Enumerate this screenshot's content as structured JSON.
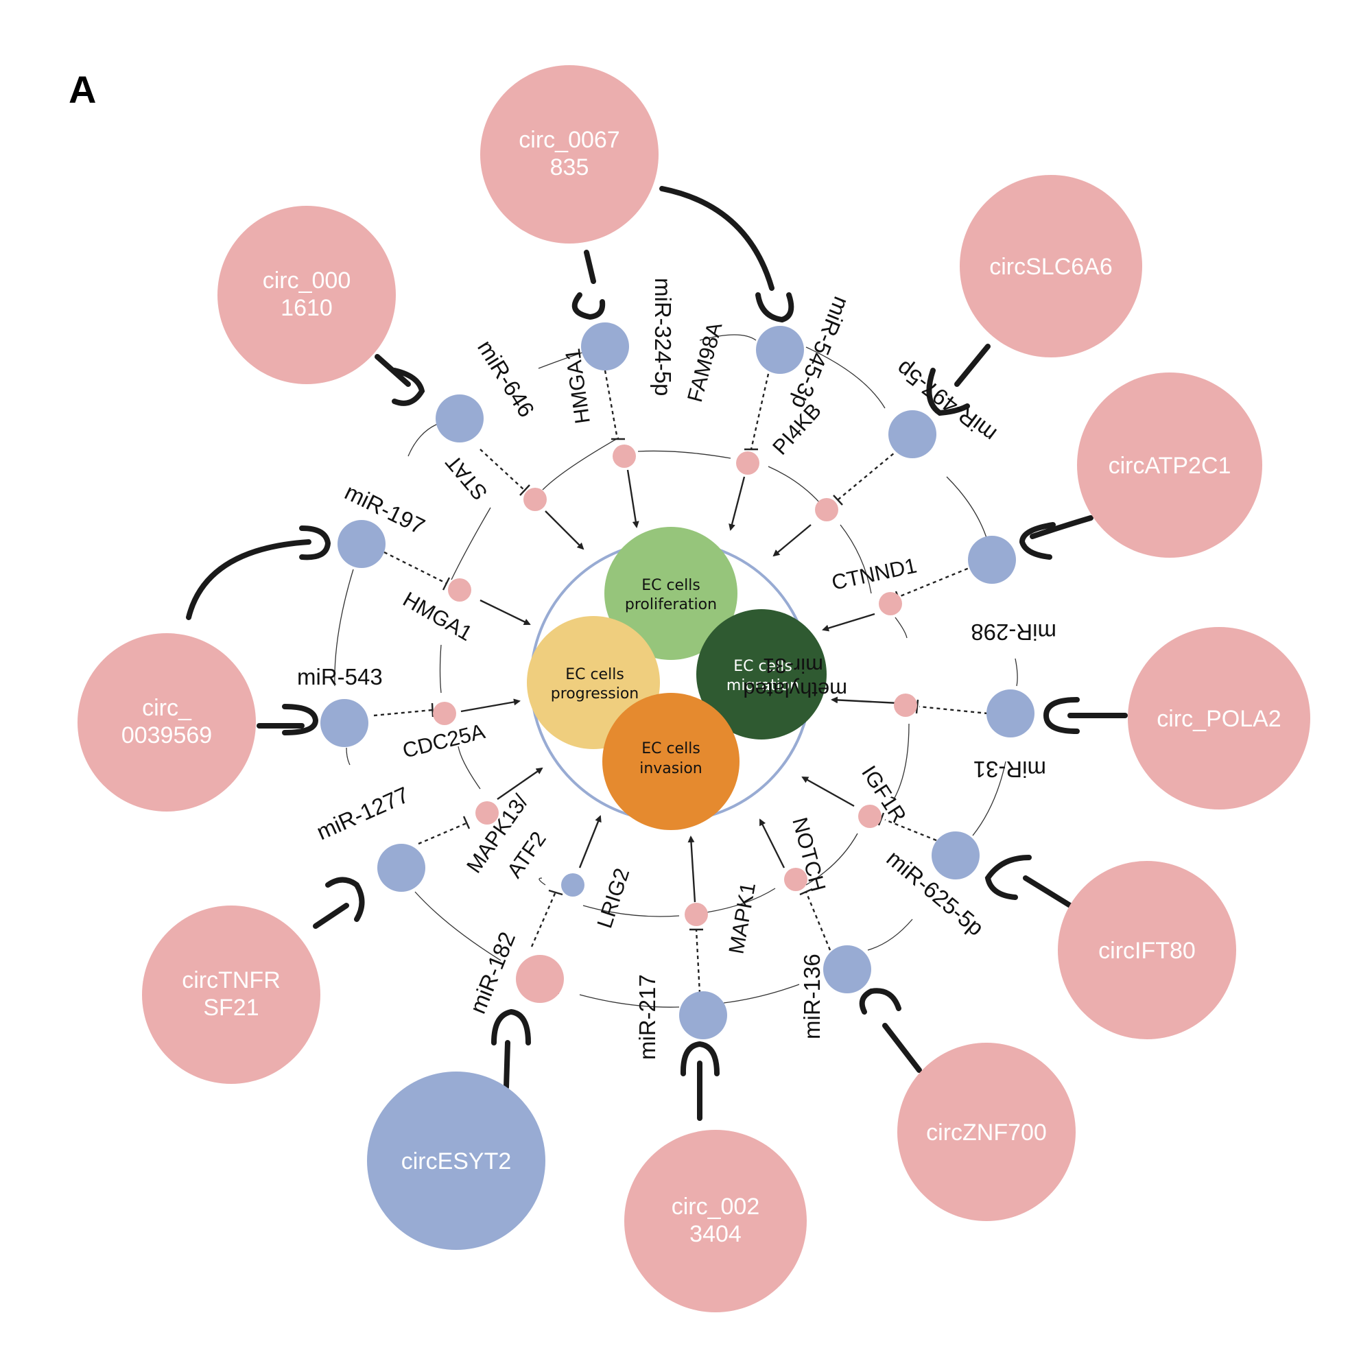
{
  "panel_label": "A",
  "colors": {
    "circ_pink": "#ebaeae",
    "circ_blue": "#98abd3",
    "mirna": "#98abd3",
    "target": "#ebaeae",
    "ec_proliferation": "#96c57b",
    "ec_progression": "#efce7e",
    "ec_migration": "#2f5a31",
    "ec_invasion": "#e58a2f",
    "center_ring": "#98abd3"
  },
  "center": {
    "proliferation": [
      "EC cells",
      "proliferation"
    ],
    "progression": [
      "EC cells",
      "progression"
    ],
    "migration": [
      "EC cells",
      "migration"
    ],
    "invasion": [
      "EC cells",
      "invasion"
    ]
  },
  "circRNAs": [
    {
      "id": "c0067835",
      "lines": [
        "circ_0067",
        "835"
      ],
      "color": "pink"
    },
    {
      "id": "cSLC6A6",
      "lines": [
        "circSLC6A6"
      ],
      "color": "pink"
    },
    {
      "id": "cATP2C1",
      "lines": [
        "circATP2C1"
      ],
      "color": "pink"
    },
    {
      "id": "cPOLA2",
      "lines": [
        "circ_POLA2"
      ],
      "color": "pink"
    },
    {
      "id": "cIFT80",
      "lines": [
        "circIFT80"
      ],
      "color": "pink"
    },
    {
      "id": "cZNF700",
      "lines": [
        "circZNF700"
      ],
      "color": "pink"
    },
    {
      "id": "c0023404",
      "lines": [
        "circ_002",
        "3404"
      ],
      "color": "pink"
    },
    {
      "id": "cESYT2",
      "lines": [
        "circESYT2"
      ],
      "color": "blue"
    },
    {
      "id": "cTNFRSF21",
      "lines": [
        "circTNFR",
        "SF21"
      ],
      "color": "pink"
    },
    {
      "id": "c0039569",
      "lines": [
        "circ_",
        "0039569"
      ],
      "color": "pink"
    },
    {
      "id": "c0001610",
      "lines": [
        "circ_000",
        "1610"
      ],
      "color": "pink"
    }
  ],
  "miRNAs": [
    {
      "id": "m646",
      "label": "miR-646"
    },
    {
      "id": "m324",
      "label": "miR-324-5p"
    },
    {
      "id": "m545",
      "label": "miR-545-3p"
    },
    {
      "id": "m497",
      "label": "miR-497-5p"
    },
    {
      "id": "m298",
      "label": "miR-298"
    },
    {
      "id": "m31",
      "label": "miR-31"
    },
    {
      "id": "m625",
      "label": "miR-625-5p"
    },
    {
      "id": "m136",
      "label": "miR-136"
    },
    {
      "id": "m217",
      "label": "miR-217"
    },
    {
      "id": "m182",
      "label": "miR-182"
    },
    {
      "id": "m1277",
      "label": "miR-1277"
    },
    {
      "id": "m543",
      "label": "miR-543"
    },
    {
      "id": "m197",
      "label": "miR-197"
    }
  ],
  "targets": [
    {
      "id": "tSTAT",
      "label": "STAT"
    },
    {
      "id": "tHMGA1a",
      "label": "HMGA1"
    },
    {
      "id": "tFAM98A",
      "label": "FAM98A"
    },
    {
      "id": "tPI4KB",
      "label": "PI4KB"
    },
    {
      "id": "tCTNND1",
      "label": "CTNND1"
    },
    {
      "id": "tMir31",
      "lines": [
        "methylated",
        "mir-31"
      ]
    },
    {
      "id": "tIGF1R",
      "label": "IGF1R"
    },
    {
      "id": "tNOTCH",
      "label": "NOTCH"
    },
    {
      "id": "tMAPK1",
      "label": "MAPK1"
    },
    {
      "id": "tLRIG2",
      "label": "LRIG2"
    },
    {
      "id": "tMAPK13",
      "lines": [
        "MAPK13/",
        "ATF2"
      ]
    },
    {
      "id": "tCDC25A",
      "label": "CDC25A"
    },
    {
      "id": "tHMGA1b",
      "label": "HMGA1"
    }
  ]
}
